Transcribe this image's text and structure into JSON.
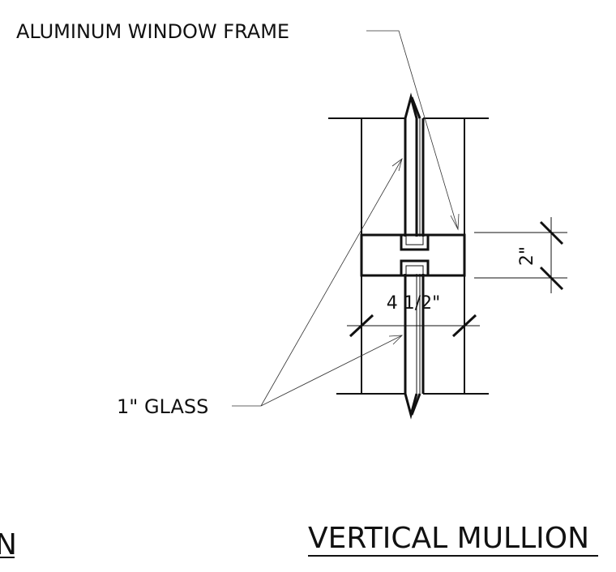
{
  "labels": {
    "frame_callout": "ALUMINUM WINDOW FRAME",
    "glass_callout": "1\" GLASS",
    "width_dimension": "4 1/2\"",
    "height_dimension": "2\"",
    "detail_title": "VERTICAL MULLION",
    "cut_off_title_fragment": "N"
  },
  "colors": {
    "line": "#111111",
    "background": "#ffffff"
  }
}
